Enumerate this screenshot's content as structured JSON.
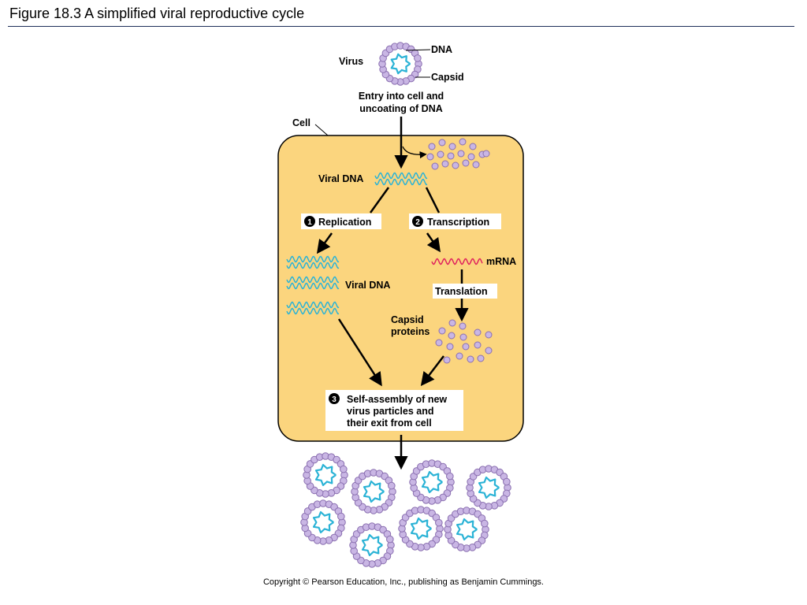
{
  "slide": {
    "title": "Figure 18.3  A simplified viral reproductive cycle"
  },
  "virus": {
    "label": "Virus",
    "dna_label": "DNA",
    "capsid_label": "Capsid"
  },
  "entry": {
    "line1": "Entry into cell and",
    "line2": "uncoating of DNA"
  },
  "cell": {
    "label": "Cell"
  },
  "viral_dna_top": "Viral DNA",
  "steps": {
    "replication": {
      "number": "1",
      "label": "Replication"
    },
    "transcription": {
      "number": "2",
      "label": "Transcription"
    },
    "assembly": {
      "number": "3",
      "line1": "Self-assembly of new",
      "line2": "virus particles and",
      "line3": "their exit from cell"
    }
  },
  "viral_dna_mid": "Viral DNA",
  "mrna": "mRNA",
  "translation": "Translation",
  "capsid_proteins": {
    "line1": "Capsid",
    "line2": "proteins"
  },
  "copyright": "Copyright © Pearson Education, Inc., publishing as Benjamin Cummings.",
  "colors": {
    "cell_fill": "#fbd57e",
    "capsomere": "#c9b6e4",
    "capsomere_stroke": "#8a6fb0",
    "dna": "#2bb3d6",
    "mrna": "#e0245e",
    "rule": "#1f2f5a"
  }
}
